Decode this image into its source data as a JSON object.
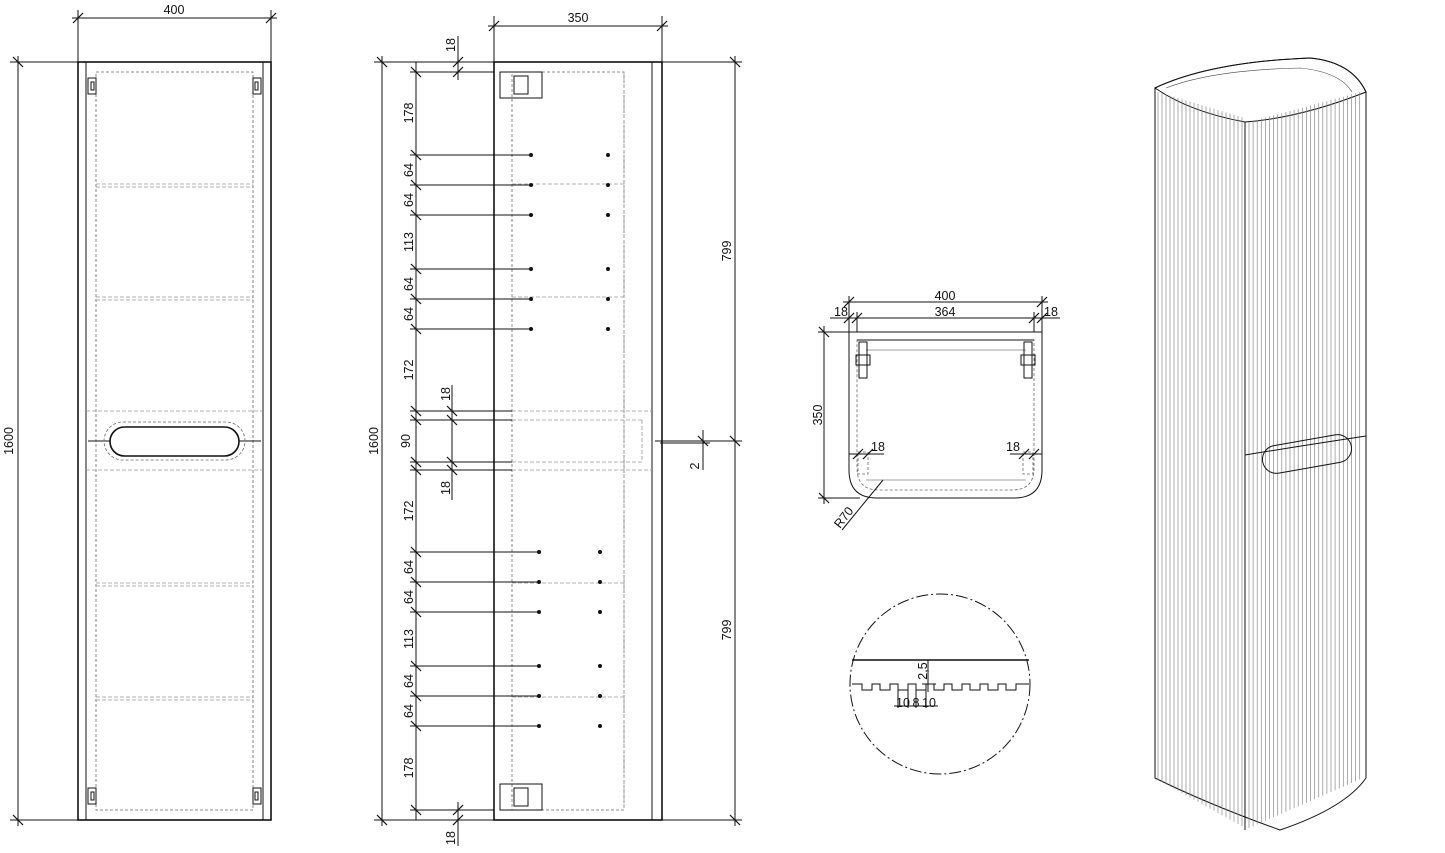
{
  "front_view": {
    "width_dim": "400",
    "height_dim": "1600"
  },
  "side_view": {
    "depth_dim": "350",
    "height_dim": "1600",
    "top_panel_dim": "18",
    "bottom_panel_dim": "18",
    "upper_height_dim": "799",
    "lower_height_dim": "799",
    "gap_dim": "2",
    "upper_spacing": [
      "178",
      "64",
      "64",
      "113",
      "64",
      "64",
      "172"
    ],
    "middle_panel_top_dim": "18",
    "middle_gap_dim": "90",
    "middle_panel_bottom_dim": "18",
    "lower_spacing": [
      "172",
      "64",
      "64",
      "113",
      "64",
      "64",
      "178"
    ]
  },
  "plan_view": {
    "outer_width_dim": "400",
    "inner_width_dim": "364",
    "left_side_dim": "18",
    "right_side_dim": "18",
    "depth_dim": "350",
    "door_left_dim": "18",
    "door_right_dim": "18",
    "radius_dim": "R70"
  },
  "groove_detail": {
    "depth_dim": "2,5",
    "groove_widths": [
      "10",
      "8",
      "10"
    ]
  }
}
